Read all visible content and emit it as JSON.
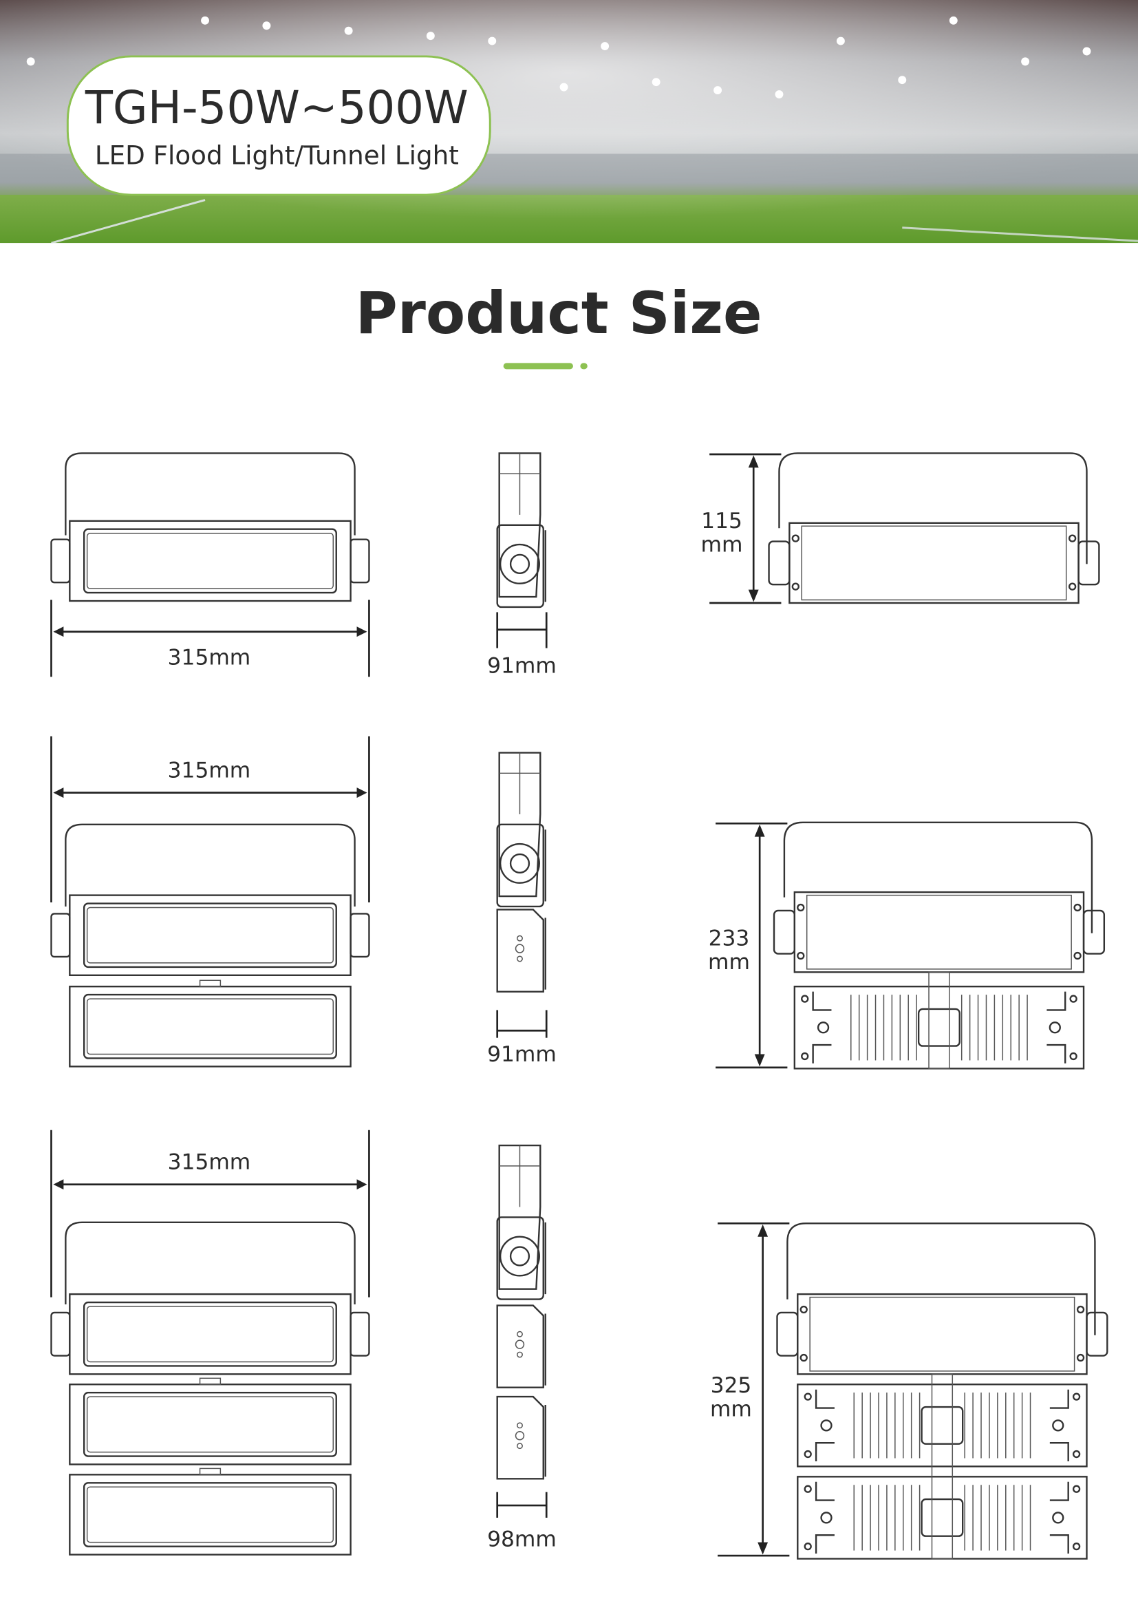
{
  "banner": {
    "title": "TGH-50W~500W",
    "subtitle": "LED Flood Light/Tunnel Light",
    "accent_color": "#8dc152"
  },
  "section": {
    "title": "Product Size",
    "accent_color": "#8dc152"
  },
  "rows": [
    {
      "modules": 1,
      "width_label": "315mm",
      "depth_label": "91mm",
      "height_value": "115",
      "height_unit": "mm"
    },
    {
      "modules": 2,
      "width_label": "315mm",
      "depth_label": "91mm",
      "height_value": "233",
      "height_unit": "mm"
    },
    {
      "modules": 3,
      "width_label": "315mm",
      "depth_label": "98mm",
      "height_value": "325",
      "height_unit": "mm"
    }
  ]
}
